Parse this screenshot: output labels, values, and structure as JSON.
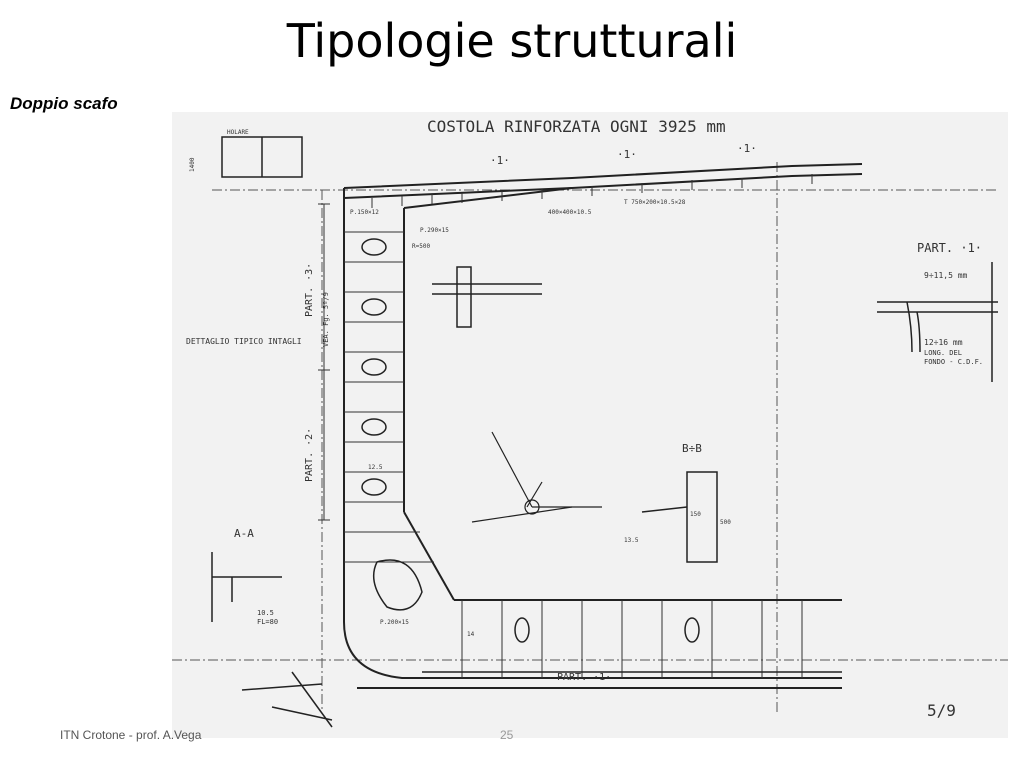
{
  "slide": {
    "title": "Tipologie strutturali",
    "subtitle": "Doppio scafo",
    "footer": "ITN Crotone - prof. A.Vega",
    "page_number": "25"
  },
  "drawing": {
    "header": "COSTOLA RINFORZATA OGNI 3925 mm",
    "sheet": "5/9",
    "labels": {
      "part1_top": "PART. ·1·",
      "part1_bottom": "PART. ·1·",
      "part2": "PART. ·2·",
      "part3": "PART. ·3·",
      "part3_ref": "VEA. Fg. 5ª/9",
      "detail": "DETTAGLIO TIPICO INTAGLI",
      "section_aa": "A-A",
      "section_bb": "B÷B",
      "dim_9_11": "9÷11,5 mm",
      "dim_12_16": "12÷16 mm",
      "long_del": "LONG. DEL",
      "fondo": "FONDO - C.D.F.",
      "note_1": "·1·",
      "holare": "HOLARE",
      "t750": "T 750×200×10.5×28",
      "t400": "400×400×10.5",
      "p150": "P.150×12",
      "p290": "P.290×15",
      "p200": "P.200×15",
      "r500": "R=500",
      "fl80": "FL=80",
      "d105": "10.5",
      "d125": "12.5",
      "d14": "14",
      "d500": "500",
      "d150": "150",
      "d135": "13.5",
      "d1400": "1400"
    }
  }
}
